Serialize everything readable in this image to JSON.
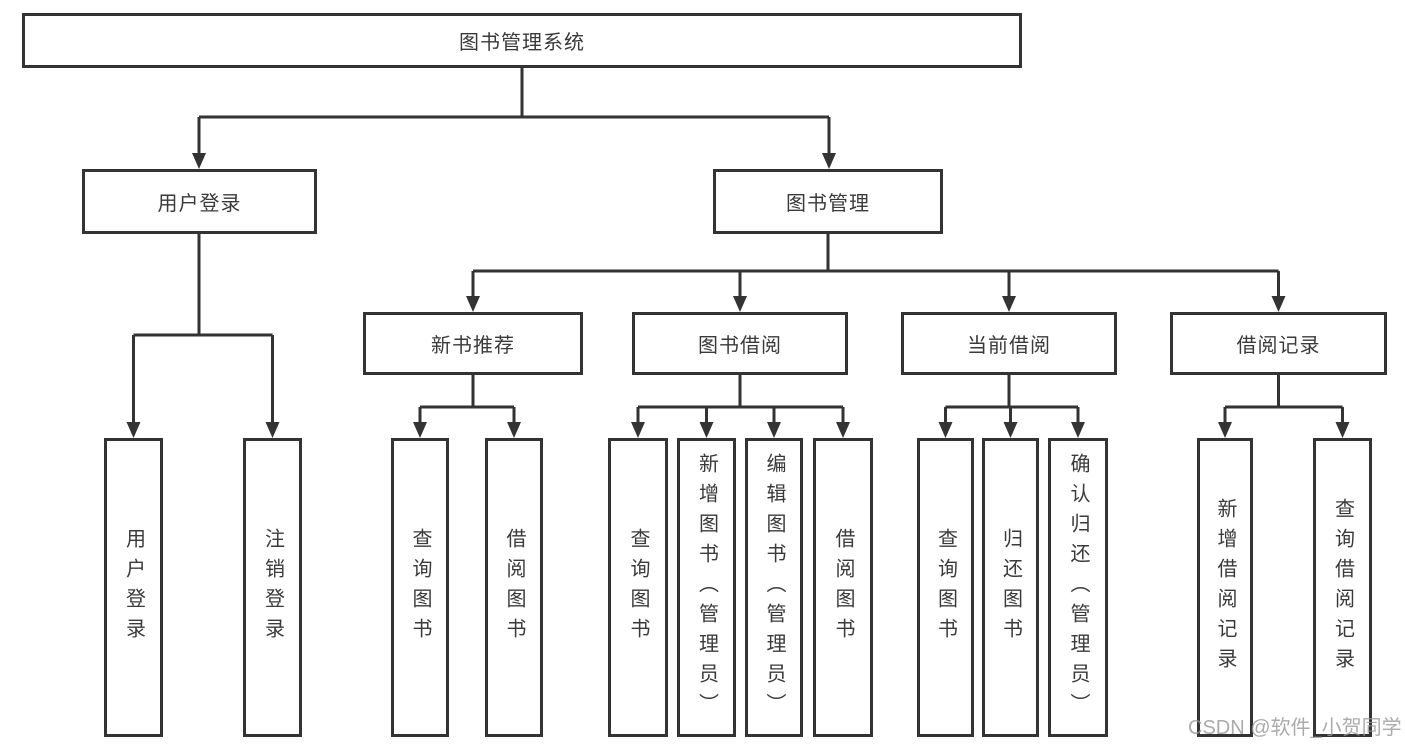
{
  "diagram": {
    "type": "hierarchy-tree",
    "nodes": {
      "root": {
        "label": "图书管理系统"
      },
      "level2": [
        {
          "label": "用户登录"
        },
        {
          "label": "图书管理"
        }
      ],
      "level3": [
        {
          "label": "新书推荐"
        },
        {
          "label": "图书借阅"
        },
        {
          "label": "当前借阅"
        },
        {
          "label": "借阅记录"
        }
      ],
      "leaves": [
        {
          "label": "用户登录"
        },
        {
          "label": "注销登录"
        },
        {
          "label": "查询图书"
        },
        {
          "label": "借阅图书"
        },
        {
          "label": "查询图书"
        },
        {
          "label": "新增图书（管理员）"
        },
        {
          "label": "编辑图书（管理员）"
        },
        {
          "label": "借阅图书"
        },
        {
          "label": "查询图书"
        },
        {
          "label": "归还图书"
        },
        {
          "label": "确认归还（管理员）"
        },
        {
          "label": "新增借阅记录"
        },
        {
          "label": "查询借阅记录"
        }
      ]
    },
    "edges": [
      [
        "图书管理系统",
        "用户登录"
      ],
      [
        "图书管理系统",
        "图书管理"
      ],
      [
        "用户登录",
        "用户登录"
      ],
      [
        "用户登录",
        "注销登录"
      ],
      [
        "图书管理",
        "新书推荐"
      ],
      [
        "图书管理",
        "图书借阅"
      ],
      [
        "图书管理",
        "当前借阅"
      ],
      [
        "图书管理",
        "借阅记录"
      ],
      [
        "新书推荐",
        "查询图书"
      ],
      [
        "新书推荐",
        "借阅图书"
      ],
      [
        "图书借阅",
        "查询图书"
      ],
      [
        "图书借阅",
        "新增图书（管理员）"
      ],
      [
        "图书借阅",
        "编辑图书（管理员）"
      ],
      [
        "图书借阅",
        "借阅图书"
      ],
      [
        "当前借阅",
        "查询图书"
      ],
      [
        "当前借阅",
        "归还图书"
      ],
      [
        "当前借阅",
        "确认归还（管理员）"
      ],
      [
        "借阅记录",
        "新增借阅记录"
      ],
      [
        "借阅记录",
        "查询借阅记录"
      ]
    ],
    "colors": {
      "line": "#333333",
      "text": "#3a3a3a",
      "box_fill": "#ffffff",
      "watermark": "#969696"
    }
  },
  "watermark": {
    "text": "CSDN @软件_小贺同学"
  }
}
